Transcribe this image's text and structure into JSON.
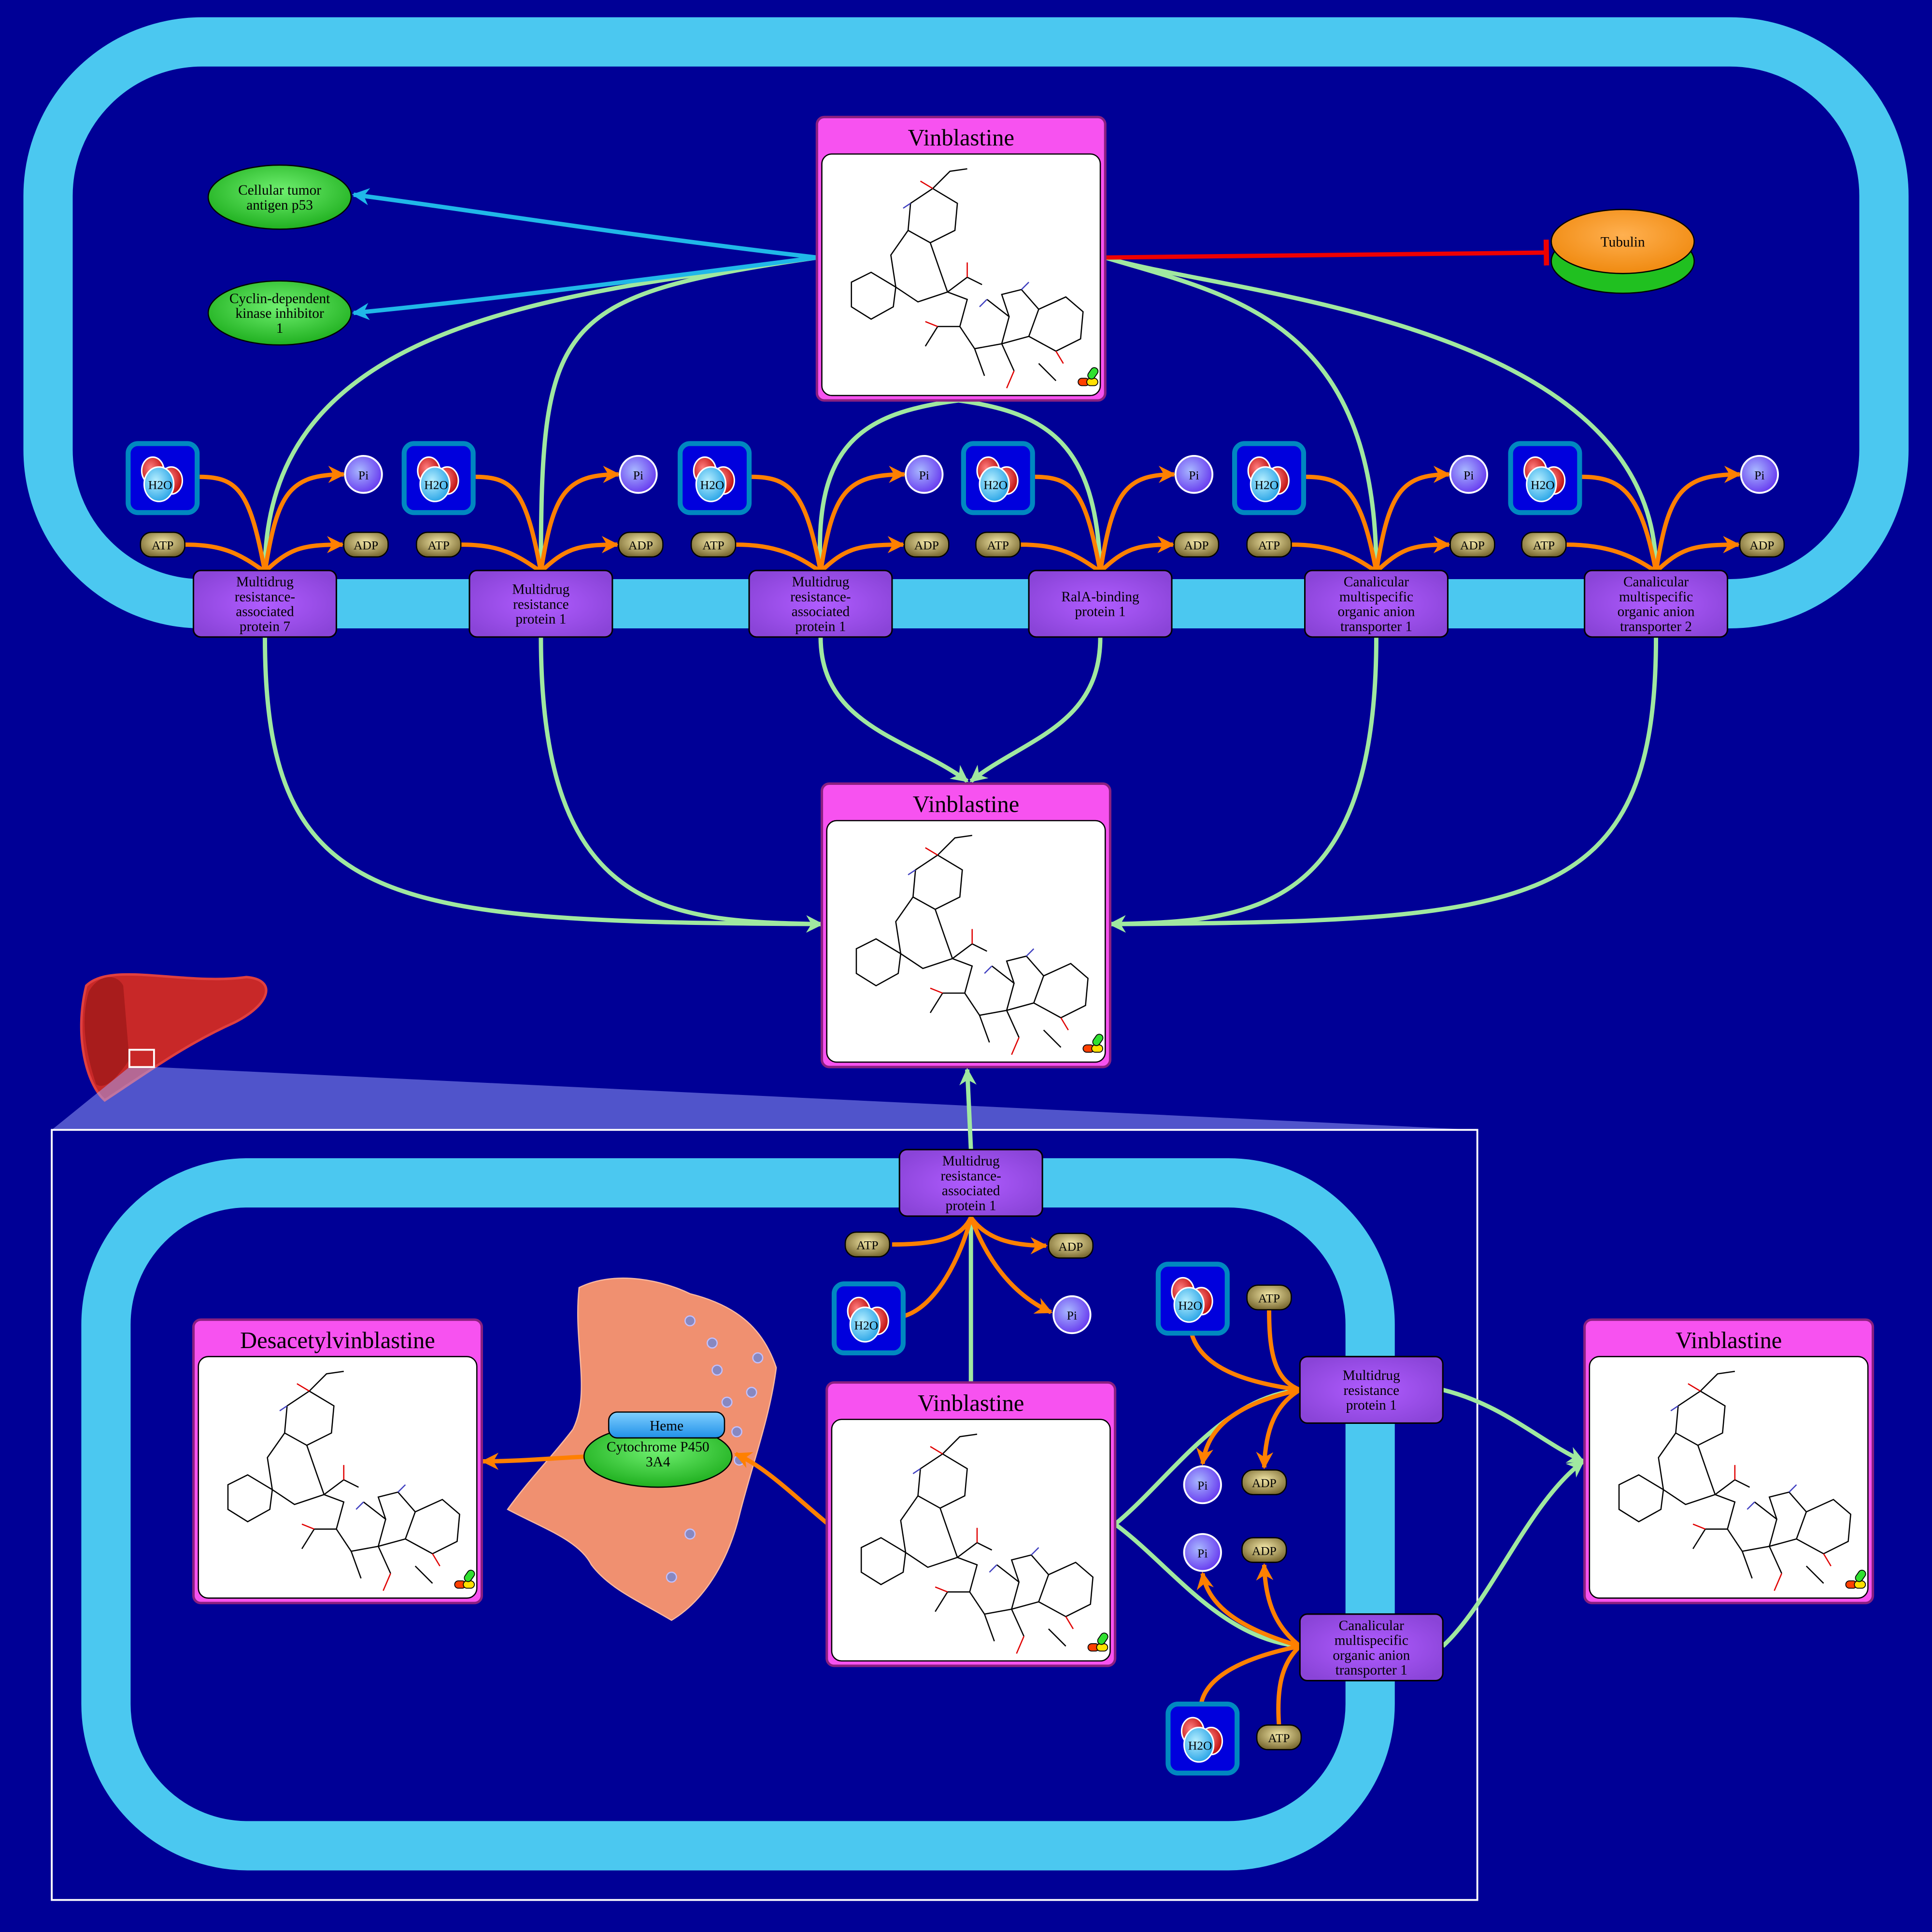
{
  "colors": {
    "background": "#000096",
    "membrane": "#4bc8f0",
    "transport_edge": "#a0e8a0",
    "reaction_edge": "#ff8000",
    "binding_edge": "#20b8e8",
    "inhibition_edge": "#ee0000",
    "transporter_fill": "#9b50e8",
    "drug_header": "#f752f0"
  },
  "top_cell": {
    "drug_top": {
      "title": "Vinblastine",
      "icon": "drug-pill-icon"
    },
    "drug_bottom": {
      "title": "Vinblastine",
      "icon": "drug-pill-icon"
    },
    "targets": [
      {
        "lines": [
          "Cellular tumor",
          "antigen p53"
        ]
      },
      {
        "lines": [
          "Cyclin-dependent",
          "kinase inhibitor",
          "1"
        ]
      }
    ],
    "tubulin": {
      "lines": [
        "Tubulin"
      ]
    },
    "transporters": [
      {
        "lines": [
          "Multidrug",
          "resistance-",
          "associated",
          "protein 7"
        ]
      },
      {
        "lines": [
          "Multidrug",
          "resistance",
          "protein 1"
        ]
      },
      {
        "lines": [
          "Multidrug",
          "resistance-",
          "associated",
          "protein 1"
        ]
      },
      {
        "lines": [
          "RalA-binding",
          "protein 1"
        ]
      },
      {
        "lines": [
          "Canalicular",
          "multispecific",
          "organic anion",
          "transporter 1"
        ]
      },
      {
        "lines": [
          "Canalicular",
          "multispecific",
          "organic anion",
          "transporter 2"
        ]
      }
    ],
    "h2o": "H2O",
    "pi": "Pi",
    "atp": "ATP",
    "adp": "ADP"
  },
  "liver_cell": {
    "export_transporter": {
      "lines": [
        "Multidrug",
        "resistance-",
        "associated",
        "protein 1"
      ]
    },
    "enzyme": {
      "lines": [
        "Cytochrome P450",
        "3A4"
      ]
    },
    "cofactor": "Heme",
    "drug_center": {
      "title": "Vinblastine",
      "icon": "drug-pill-icon"
    },
    "metabolite": {
      "title": "Desacetylvinblastine",
      "icon": "drug-pill-icon"
    },
    "canalicular_transporters": [
      {
        "lines": [
          "Multidrug",
          "resistance",
          "protein 1"
        ]
      },
      {
        "lines": [
          "Canalicular",
          "multispecific",
          "organic anion",
          "transporter 1"
        ]
      }
    ],
    "drug_right": {
      "title": "Vinblastine",
      "icon": "drug-pill-icon"
    },
    "h2o": "H2O",
    "pi": "Pi",
    "atp": "ATP",
    "adp": "ADP"
  },
  "organ_icon": "liver-icon"
}
